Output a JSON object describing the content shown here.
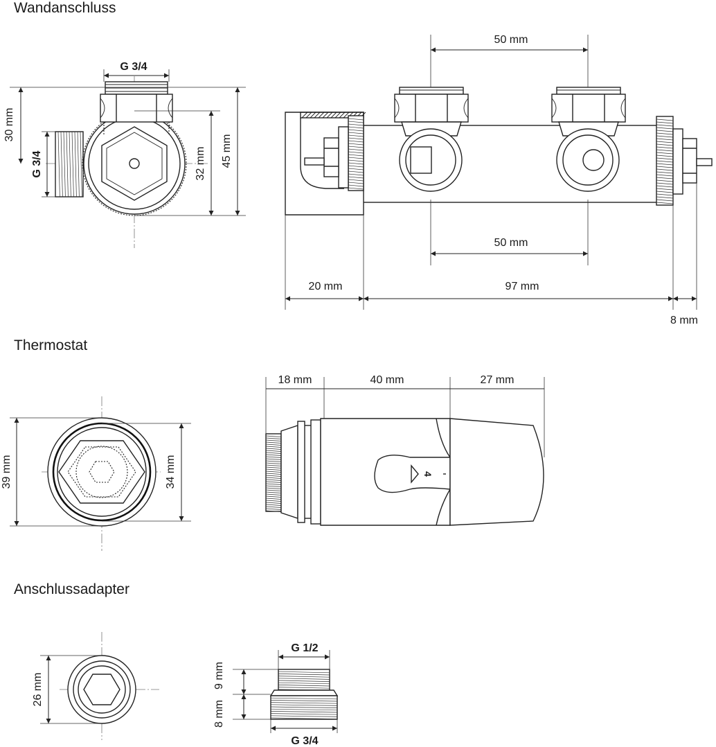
{
  "sections": {
    "wandanschluss": "Wandanschluss",
    "thermostat": "Thermostat",
    "adapter": "Anschlussadapter"
  },
  "wandanschluss": {
    "side_view": {
      "thread_top": "G 3/4",
      "thread_left": "G 3/4",
      "dim_30": "30 mm",
      "dim_32": "32 mm",
      "dim_45": "45 mm"
    },
    "front_view": {
      "dim_top_50": "50 mm",
      "dim_bottom_50": "50 mm",
      "dim_20": "20 mm",
      "dim_97": "97 mm",
      "dim_8": "8 mm"
    }
  },
  "thermostat": {
    "dim_39": "39 mm",
    "dim_34": "34 mm",
    "dim_18": "18 mm",
    "dim_40": "40 mm",
    "dim_27": "27 mm",
    "scale_mark": "4"
  },
  "adapter": {
    "dim_26": "26 mm",
    "dim_9": "9 mm",
    "dim_8": "8 mm",
    "thread_top": "G 1/2",
    "thread_bottom": "G 3/4"
  }
}
